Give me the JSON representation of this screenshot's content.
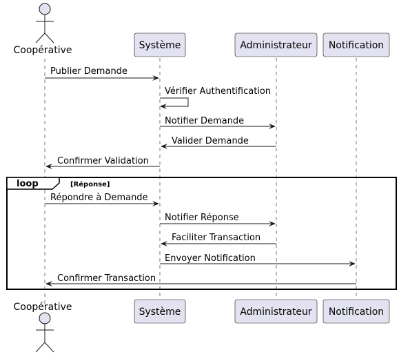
{
  "participants": {
    "cooperative": "Coopérative",
    "systeme": "Système",
    "administrateur": "Administrateur",
    "notification": "Notification"
  },
  "messages": [
    {
      "from": "cooperative",
      "to": "systeme",
      "label": "Publier Demande"
    },
    {
      "from": "systeme",
      "to": "systeme",
      "label": "Vérifier Authentification"
    },
    {
      "from": "systeme",
      "to": "administrateur",
      "label": "Notifier Demande"
    },
    {
      "from": "administrateur",
      "to": "systeme",
      "label": "Valider Demande"
    },
    {
      "from": "systeme",
      "to": "cooperative",
      "label": "Confirmer Validation"
    },
    {
      "from": "cooperative",
      "to": "systeme",
      "label": "Répondre à Demande"
    },
    {
      "from": "systeme",
      "to": "administrateur",
      "label": "Notifier Réponse"
    },
    {
      "from": "administrateur",
      "to": "systeme",
      "label": "Faciliter Transaction"
    },
    {
      "from": "systeme",
      "to": "notification",
      "label": "Envoyer Notification"
    },
    {
      "from": "notification",
      "to": "cooperative",
      "label": "Confirmer Transaction"
    }
  ],
  "loop": {
    "keyword": "loop",
    "guard": "[Réponse]"
  }
}
